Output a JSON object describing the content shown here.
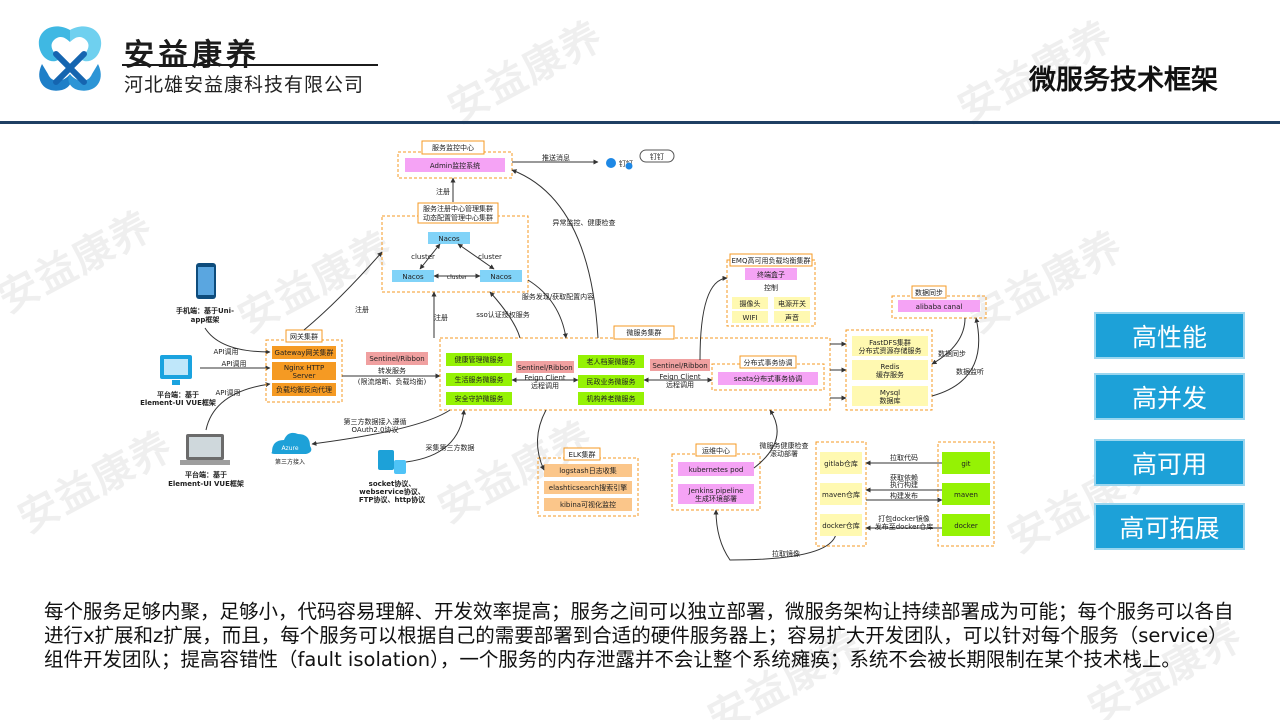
{
  "brand": {
    "name": "安益康养",
    "company": "河北雄安益康科技有限公司"
  },
  "page_title": "微服务技术框架",
  "watermark": "安益康养",
  "features": [
    "高性能",
    "高并发",
    "高可用",
    "高可拓展"
  ],
  "description": "每个服务足够内聚，足够小，代码容易理解、开发效率提高；服务之间可以独立部署，微服务架构让持续部署成为可能；每个服务可以各自进行x扩展和z扩展，而且，每个服务可以根据自己的需要部署到合适的硬件服务器上；容易扩大开发团队，可以针对每个服务（service）组件开发团队；提高容错性（fault isolation），一个服务的内存泄露并不会让整个系统瘫痪；系统不会被长期限制在某个技术栈上。",
  "diagram": {
    "monitor": {
      "title": "服务监控中心",
      "admin": "Admin监控系统",
      "push": "推送消息",
      "dingtalk": "钉钉"
    },
    "registry": {
      "title1": "服务注册中心管理集群",
      "title2": "动态配置管理中心集群",
      "nacos": "Nacos",
      "cluster": "cluster",
      "register": "注册"
    },
    "gateway": {
      "title": "网关集群",
      "gw": "Gateway网关集群",
      "nginx1": "Nginx HTTP",
      "nginx2": "Server",
      "lb": "负载均衡反向代理",
      "sentinel": "Sentinel/Ribbon",
      "forward1": "转发服务",
      "forward2": "(限流熔断、负载均衡)"
    },
    "clients": {
      "api": "API调用",
      "mobile1": "手机端：基于Uni-",
      "mobile2": "app框架",
      "pc1": "平台端：基于",
      "pc2": "Element-UI VUE框架",
      "register": "注册"
    },
    "ms": {
      "title": "微服务集群",
      "health": "健康管理微服务",
      "life": "生活服务微服务",
      "security": "安全守护微服务",
      "elder": "老人档案微服务",
      "civil": "民政业务微服务",
      "inst": "机构养老微服务",
      "sentinel": "Sentinel/Ribbon",
      "feign": "Feign Client",
      "remote": "远程调用",
      "sso": "sso认证授权服务",
      "discover": "服务发现/获取配置内容",
      "monitor": "异常监控、健康检查"
    },
    "tx": {
      "title": "分布式事务协调",
      "seata": "seata分布式事务协调",
      "sentinel": "Sentinel/Ribbon",
      "feign": "Feign Client",
      "remote": "远程调用"
    },
    "emq": {
      "title": "EMQ高可用负载均衡集群",
      "terminal": "终端盒子",
      "control": "控制",
      "camera": "摄像头",
      "power": "电源开关",
      "wifi": "WIFI",
      "sound": "声音"
    },
    "data": {
      "sync": "数据同步",
      "canal": "alibaba canal",
      "fdfs1": "FastDFS集群",
      "fdfs2": "分布式资源存储服务",
      "redis1": "Redis",
      "redis2": "缓存服务",
      "mysql1": "Mysql",
      "mysql2": "数据库",
      "datasync": "数据同步",
      "datamon": "数据监听"
    },
    "third": {
      "oauth1": "第三方数据接入遵循",
      "oauth2": "OAuth2.0协议",
      "azure": "Azure",
      "azure_sub": "第三方接入",
      "collect": "采集第三方数据",
      "proto1": "socket协议、",
      "proto2": "webservice协议、",
      "proto3": "FTP协议、http协议"
    },
    "elk": {
      "title": "ELK集群",
      "logstash": "logstash日志收集",
      "es": "elashticsearch搜索引擎",
      "kibana": "kibina可视化监控"
    },
    "ops": {
      "title": "运维中心",
      "k8s": "kubernetes pod",
      "jenkins1": "Jenkins pipeline",
      "jenkins2": "生成环境部署",
      "health1": "微服务健康检查",
      "health2": "滚动部署",
      "pull": "拉取镜像"
    },
    "cicd": {
      "gitlab": "gitlab仓库",
      "maven_repo": "maven仓库",
      "docker_repo": "docker仓库",
      "git": "git",
      "maven": "maven",
      "docker": "docker",
      "pull_code": "拉取代码",
      "deps1": "获取依赖",
      "deps2": "执行构建",
      "build": "构建发布",
      "pack1": "打包docker镜像",
      "pack2": "发布至docker仓库"
    }
  },
  "colors": {
    "accent": "#1da1d8",
    "header_rule": "#1f3f63",
    "orange_box": "#f59a23",
    "blue_box": "#81d3f8",
    "pink_box": "#f5a3f5",
    "green_box": "#95f204",
    "yellow_box": "#fff9b1",
    "frame": "#f59a23"
  }
}
